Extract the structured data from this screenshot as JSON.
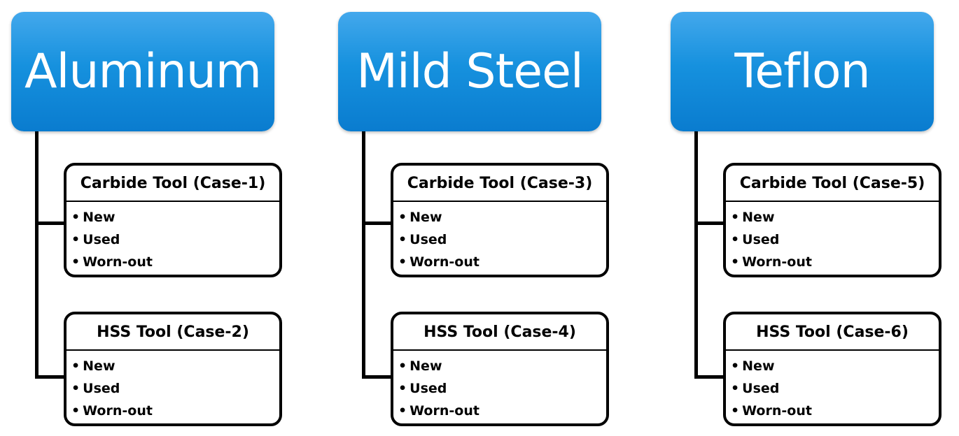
{
  "materials": [
    {
      "name": "Aluminum",
      "tools": [
        {
          "title": "Carbide Tool (Case-1)",
          "conditions": [
            "New",
            "Used",
            "Worn-out"
          ]
        },
        {
          "title": "HSS Tool (Case-2)",
          "conditions": [
            "New",
            "Used",
            "Worn-out"
          ]
        }
      ]
    },
    {
      "name": "Mild Steel",
      "tools": [
        {
          "title": "Carbide Tool (Case-3)",
          "conditions": [
            "New",
            "Used",
            "Worn-out"
          ]
        },
        {
          "title": "HSS Tool (Case-4)",
          "conditions": [
            "New",
            "Used",
            "Worn-out"
          ]
        }
      ]
    },
    {
      "name": "Teflon",
      "tools": [
        {
          "title": "Carbide Tool (Case-5)",
          "conditions": [
            "New",
            "Used",
            "Worn-out"
          ]
        },
        {
          "title": "HSS Tool (Case-6)",
          "conditions": [
            "New",
            "Used",
            "Worn-out"
          ]
        }
      ]
    }
  ],
  "bullet_glyph": "•",
  "colors": {
    "header_top": "#43a8ec",
    "header_mid": "#1691de",
    "header_bottom": "#0a7ccf",
    "header_text": "#ffffff",
    "line": "#000000"
  }
}
